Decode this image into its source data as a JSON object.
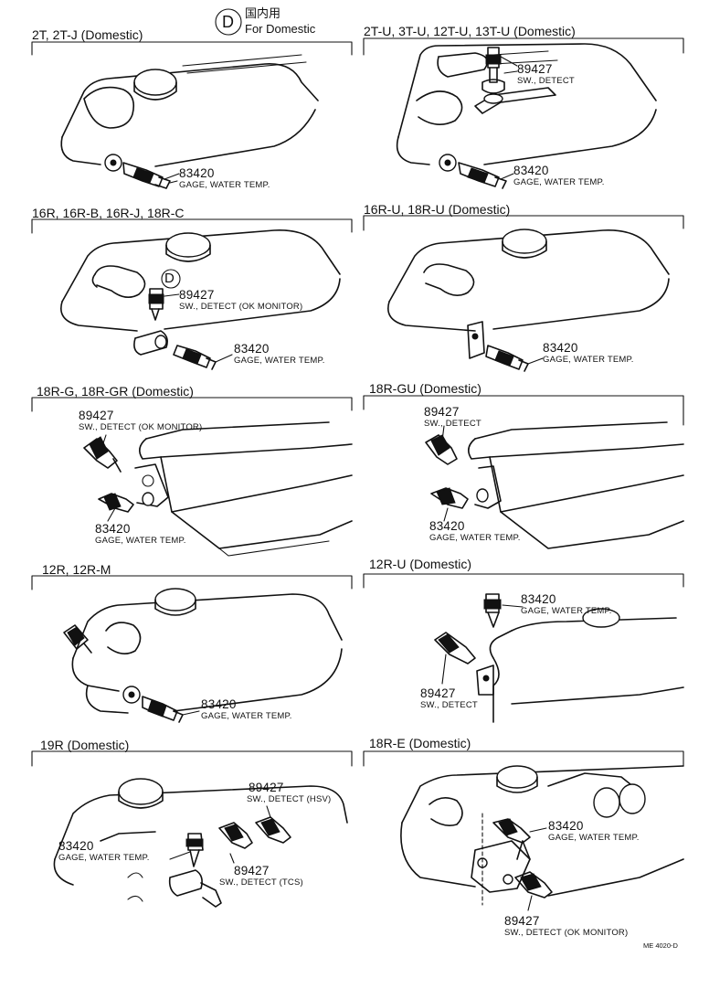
{
  "header": {
    "badge_letter": "D",
    "jp_label": "国内用",
    "en_label": "For Domestic"
  },
  "panels": [
    {
      "title": "2T, 2T-J (Domestic)",
      "callouts": [
        {
          "part": "83420",
          "desc": "GAGE, WATER TEMP."
        }
      ]
    },
    {
      "title": "2T-U, 3T-U, 12T-U, 13T-U (Domestic)",
      "callouts": [
        {
          "part": "89427",
          "desc": "SW., DETECT"
        },
        {
          "part": "83420",
          "desc": "GAGE, WATER TEMP."
        }
      ]
    },
    {
      "title": "16R, 16R-B, 16R-J, 18R-C",
      "badge": "D",
      "callouts": [
        {
          "part": "89427",
          "desc": "SW., DETECT (OK MONITOR)"
        },
        {
          "part": "83420",
          "desc": "GAGE, WATER TEMP."
        }
      ]
    },
    {
      "title": "16R-U, 18R-U (Domestic)",
      "callouts": [
        {
          "part": "83420",
          "desc": "GAGE, WATER TEMP."
        }
      ]
    },
    {
      "title": "18R-G, 18R-GR (Domestic)",
      "callouts": [
        {
          "part": "89427",
          "desc": "SW., DETECT (OK MONITOR)"
        },
        {
          "part": "83420",
          "desc": "GAGE, WATER TEMP."
        }
      ]
    },
    {
      "title": "18R-GU (Domestic)",
      "callouts": [
        {
          "part": "89427",
          "desc": "SW., DETECT"
        },
        {
          "part": "83420",
          "desc": "GAGE, WATER TEMP."
        }
      ]
    },
    {
      "title": "12R, 12R-M",
      "callouts": [
        {
          "part": "83420",
          "desc": "GAGE, WATER TEMP."
        }
      ]
    },
    {
      "title": "12R-U (Domestic)",
      "callouts": [
        {
          "part": "83420",
          "desc": "GAGE, WATER TEMP."
        },
        {
          "part": "89427",
          "desc": "SW., DETECT"
        }
      ]
    },
    {
      "title": "19R (Domestic)",
      "callouts": [
        {
          "part": "89427",
          "desc": "SW., DETECT (HSV)"
        },
        {
          "part": "83420",
          "desc": "GAGE, WATER TEMP."
        },
        {
          "part": "89427",
          "desc": "SW., DETECT (TCS)"
        }
      ]
    },
    {
      "title": "18R-E (Domestic)",
      "callouts": [
        {
          "part": "83420",
          "desc": "GAGE, WATER TEMP."
        },
        {
          "part": "89427",
          "desc": "SW., DETECT (OK MONITOR)"
        }
      ]
    }
  ],
  "footer": {
    "code": "ME 4020-D"
  }
}
